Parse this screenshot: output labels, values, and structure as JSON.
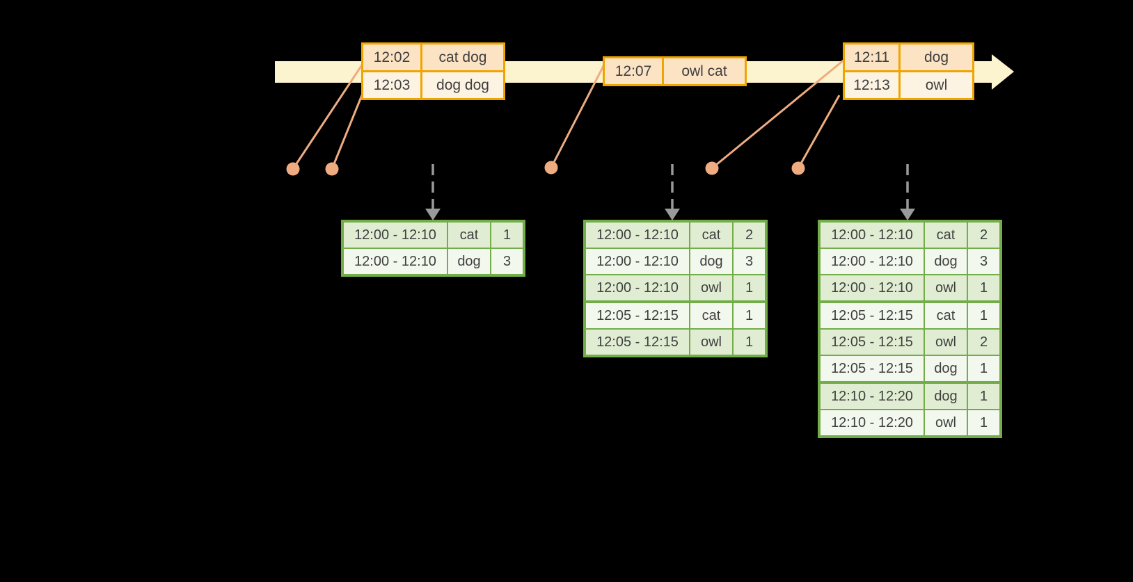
{
  "diagram": {
    "description": "Streaming windowed-count diagram: events on a time arrow feed grouped counts per 10-minute window sliding every 5 minutes",
    "background_color": "#000000",
    "colors": {
      "timeline_band": "#FCF3CF",
      "event_table_border": "#F0A400",
      "event_row_peach": "#FBE3C4",
      "event_row_cream": "#FDF3E3",
      "event_dot_and_line": "#EFAC80",
      "trigger_arrow_gray": "#9A9A9A",
      "result_table_border": "#72AD49",
      "result_row_green": "#E1EDD3",
      "result_row_light": "#F3F8EE",
      "table_text": "#3F3F3F"
    }
  },
  "event_tables": [
    {
      "rows": [
        {
          "time": "12:02",
          "words": "cat dog"
        },
        {
          "time": "12:03",
          "words": "dog dog"
        }
      ]
    },
    {
      "rows": [
        {
          "time": "12:07",
          "words": "owl cat"
        }
      ]
    },
    {
      "rows": [
        {
          "time": "12:11",
          "words": "dog"
        },
        {
          "time": "12:13",
          "words": "owl"
        }
      ]
    }
  ],
  "result_tables": [
    {
      "rows": [
        [
          "12:00 - 12:10",
          "cat",
          "1"
        ],
        [
          "12:00 - 12:10",
          "dog",
          "3"
        ]
      ]
    },
    {
      "rows": [
        [
          "12:00 - 12:10",
          "cat",
          "2"
        ],
        [
          "12:00 - 12:10",
          "dog",
          "3"
        ],
        [
          "12:00 - 12:10",
          "owl",
          "1"
        ],
        [
          "12:05 - 12:15",
          "cat",
          "1"
        ],
        [
          "12:05 - 12:15",
          "owl",
          "1"
        ]
      ]
    },
    {
      "rows": [
        [
          "12:00 - 12:10",
          "cat",
          "2"
        ],
        [
          "12:00 - 12:10",
          "dog",
          "3"
        ],
        [
          "12:00 - 12:10",
          "owl",
          "1"
        ],
        [
          "12:05 - 12:15",
          "cat",
          "1"
        ],
        [
          "12:05 - 12:15",
          "owl",
          "2"
        ],
        [
          "12:05 - 12:15",
          "dog",
          "1"
        ],
        [
          "12:10 - 12:20",
          "dog",
          "1"
        ],
        [
          "12:10 - 12:20",
          "owl",
          "1"
        ]
      ]
    }
  ]
}
